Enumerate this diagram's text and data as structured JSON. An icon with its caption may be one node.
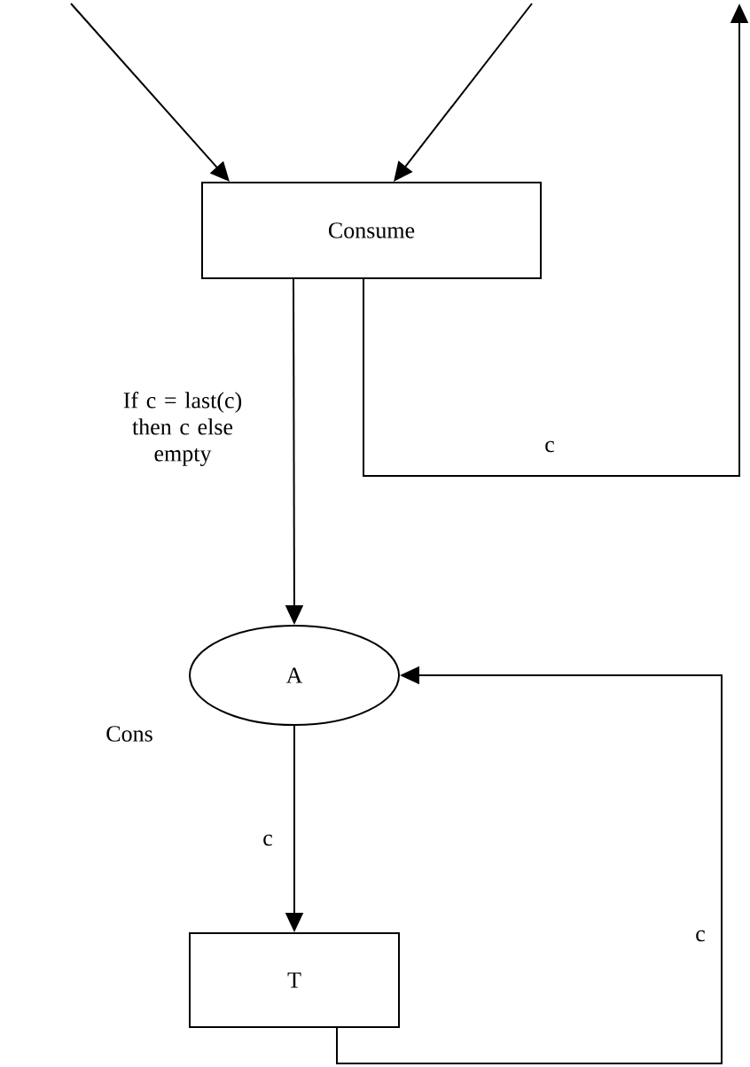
{
  "diagram": {
    "nodes": [
      {
        "text": [
          "Consume"
        ]
      },
      {
        "text": [
          "A"
        ],
        "beside": [
          "Cons"
        ]
      },
      {
        "text": [
          "T"
        ]
      }
    ],
    "edges": [
      {
        "from": null,
        "to": 0,
        "arrow": "to"
      },
      {
        "from": null,
        "to": 0,
        "arrow": "to"
      },
      {
        "from": 0,
        "to": null,
        "arrow": "to",
        "label": "c"
      },
      {
        "from": 0,
        "to": 1,
        "arrow": "to",
        "label": "If c = last(c) then c else empty"
      },
      {
        "from": 1,
        "to": 2,
        "arrow": "to",
        "label": "c"
      },
      {
        "from": 2,
        "to": 1,
        "arrow": "to",
        "label": "c"
      }
    ]
  }
}
